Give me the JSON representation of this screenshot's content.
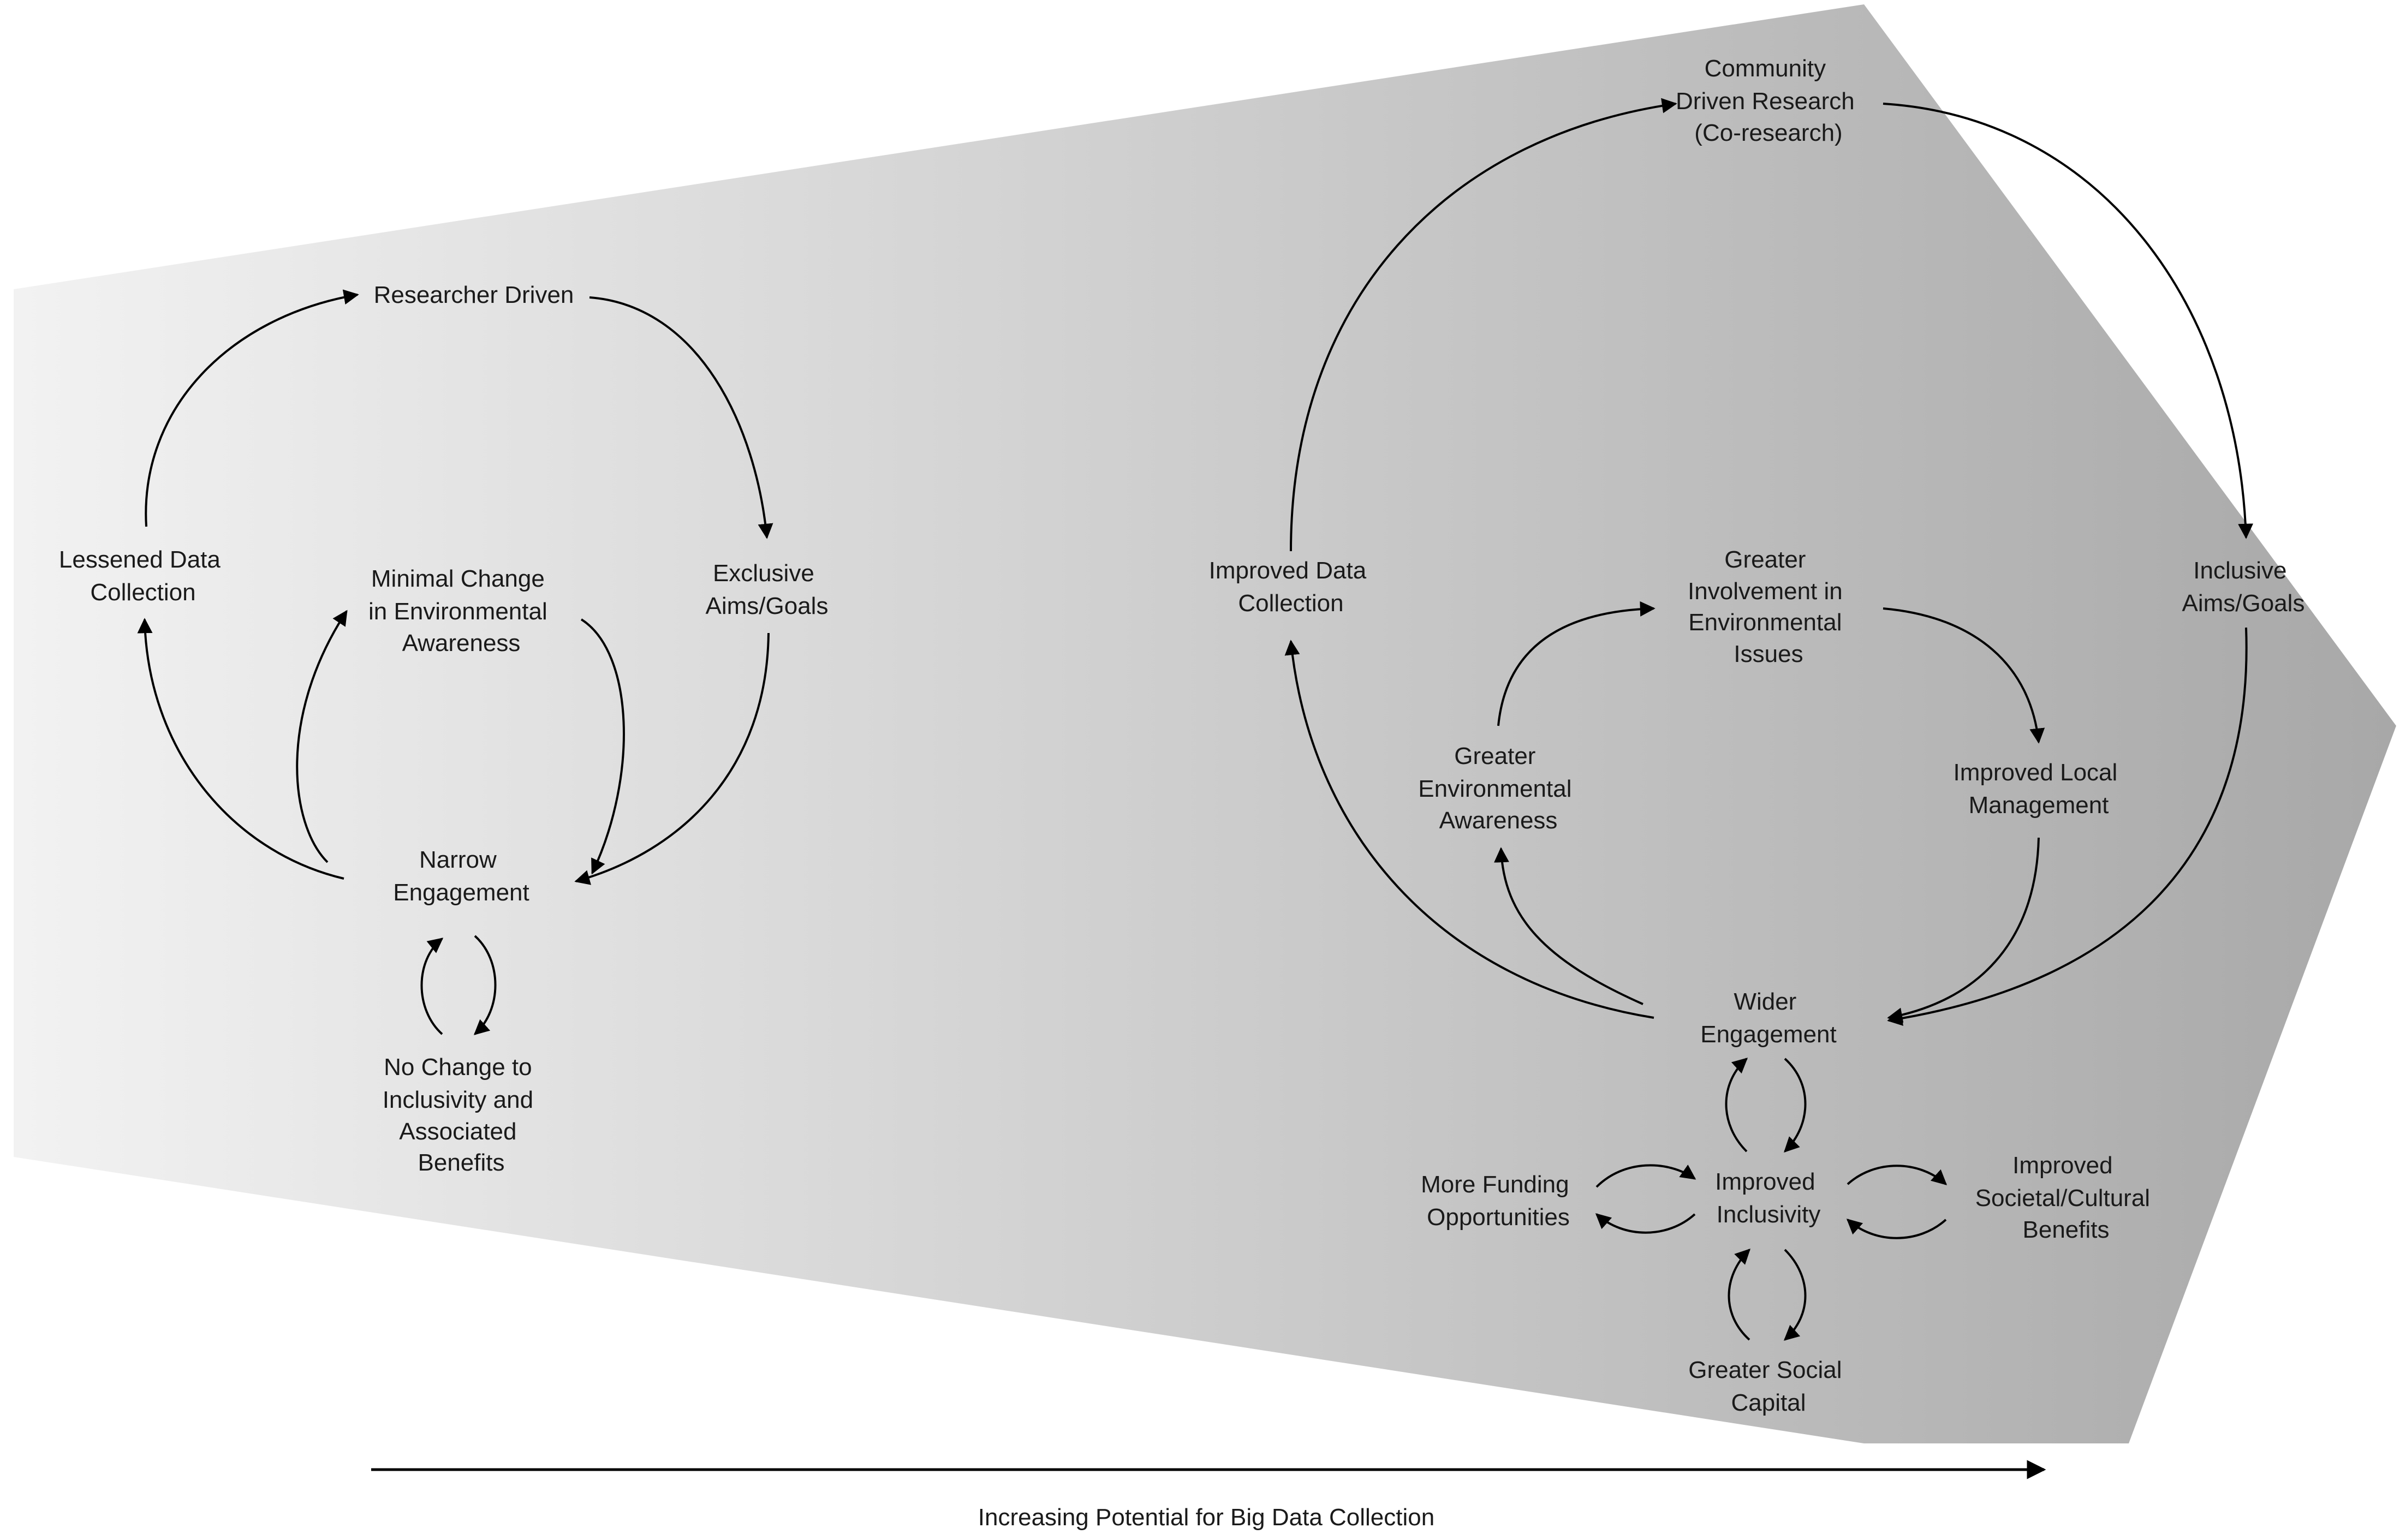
{
  "colors": {
    "gradient_start": "#f2f2f2",
    "gradient_end": "#a8a8a8",
    "stroke": "#000000",
    "text": "#1a1a1a"
  },
  "left_cycle": {
    "top": "Researcher Driven",
    "right": [
      "Exclusive",
      "Aims/Goals"
    ],
    "left": [
      "Lessened Data",
      "Collection"
    ],
    "inner": [
      "Minimal Change",
      "in Environmental",
      "Awareness"
    ],
    "center": [
      "Narrow",
      "Engagement"
    ],
    "bottom": [
      "No Change to",
      "Inclusivity and",
      "Associated",
      "Benefits"
    ]
  },
  "right_cycle": {
    "top": [
      "Community",
      "Driven Research",
      "(Co-research)"
    ],
    "right": [
      "Inclusive",
      "Aims/Goals"
    ],
    "left": [
      "Improved Data",
      "Collection"
    ],
    "inner_top": [
      "Greater",
      "Involvement in",
      "Environmental",
      "Issues"
    ],
    "inner_left": [
      "Greater",
      "Environmental",
      "Awareness"
    ],
    "inner_right": [
      "Improved Local",
      "Management"
    ],
    "center": [
      "Wider",
      "Engagement"
    ],
    "hub": [
      "Improved",
      "Inclusivity"
    ],
    "hub_left": [
      "More Funding",
      "Opportunities"
    ],
    "hub_right": [
      "Improved",
      "Societal/Cultural",
      "Benefits"
    ],
    "hub_bottom": [
      "Greater Social",
      "Capital"
    ]
  },
  "axis_label": "Increasing Potential for Big Data Collection"
}
